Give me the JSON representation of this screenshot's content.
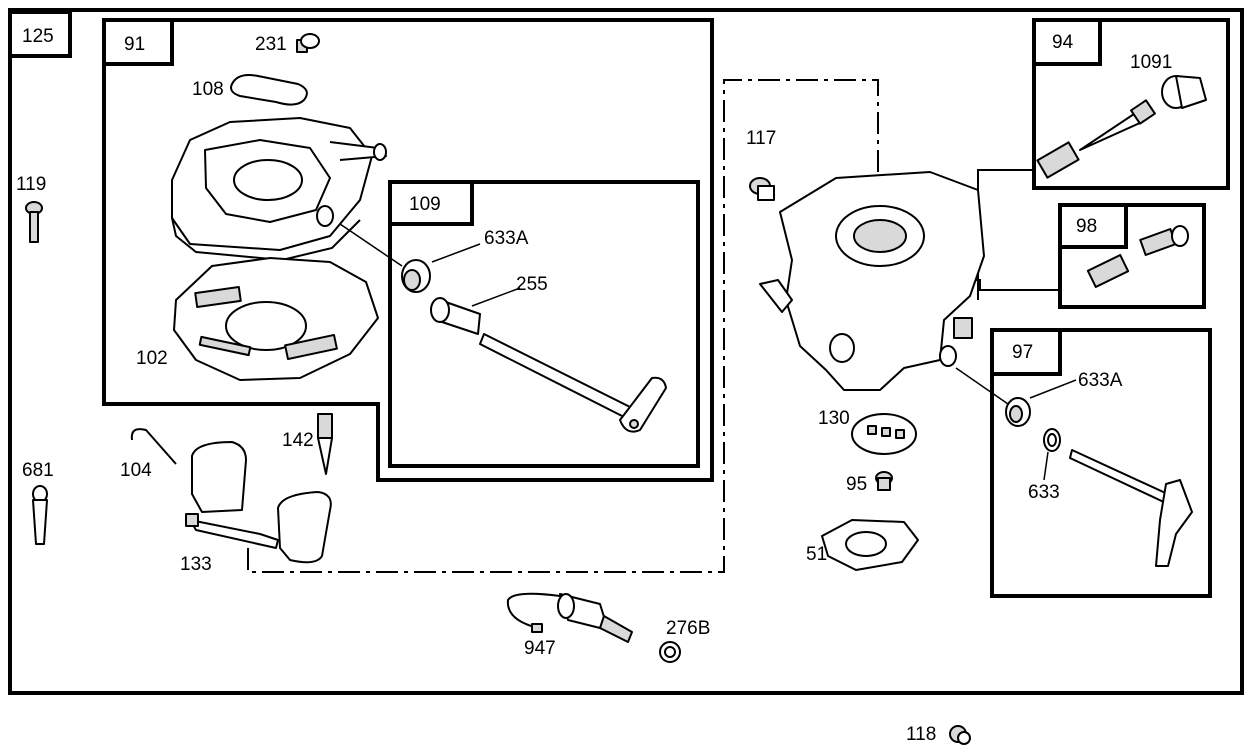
{
  "groups": {
    "g125": "125",
    "g91": "91",
    "g109": "109",
    "g94": "94",
    "g98": "98",
    "g97": "97"
  },
  "parts": {
    "p231": "231",
    "p108": "108",
    "p119": "119",
    "p633a_left": "633A",
    "p255": "255",
    "p102": "102",
    "p104": "104",
    "p142": "142",
    "p681": "681",
    "p133": "133",
    "p947": "947",
    "p276b": "276B",
    "p117": "117",
    "p1091": "1091",
    "p130": "130",
    "p95": "95",
    "p51": "51",
    "p633a_right": "633A",
    "p633": "633",
    "p118": "118"
  }
}
